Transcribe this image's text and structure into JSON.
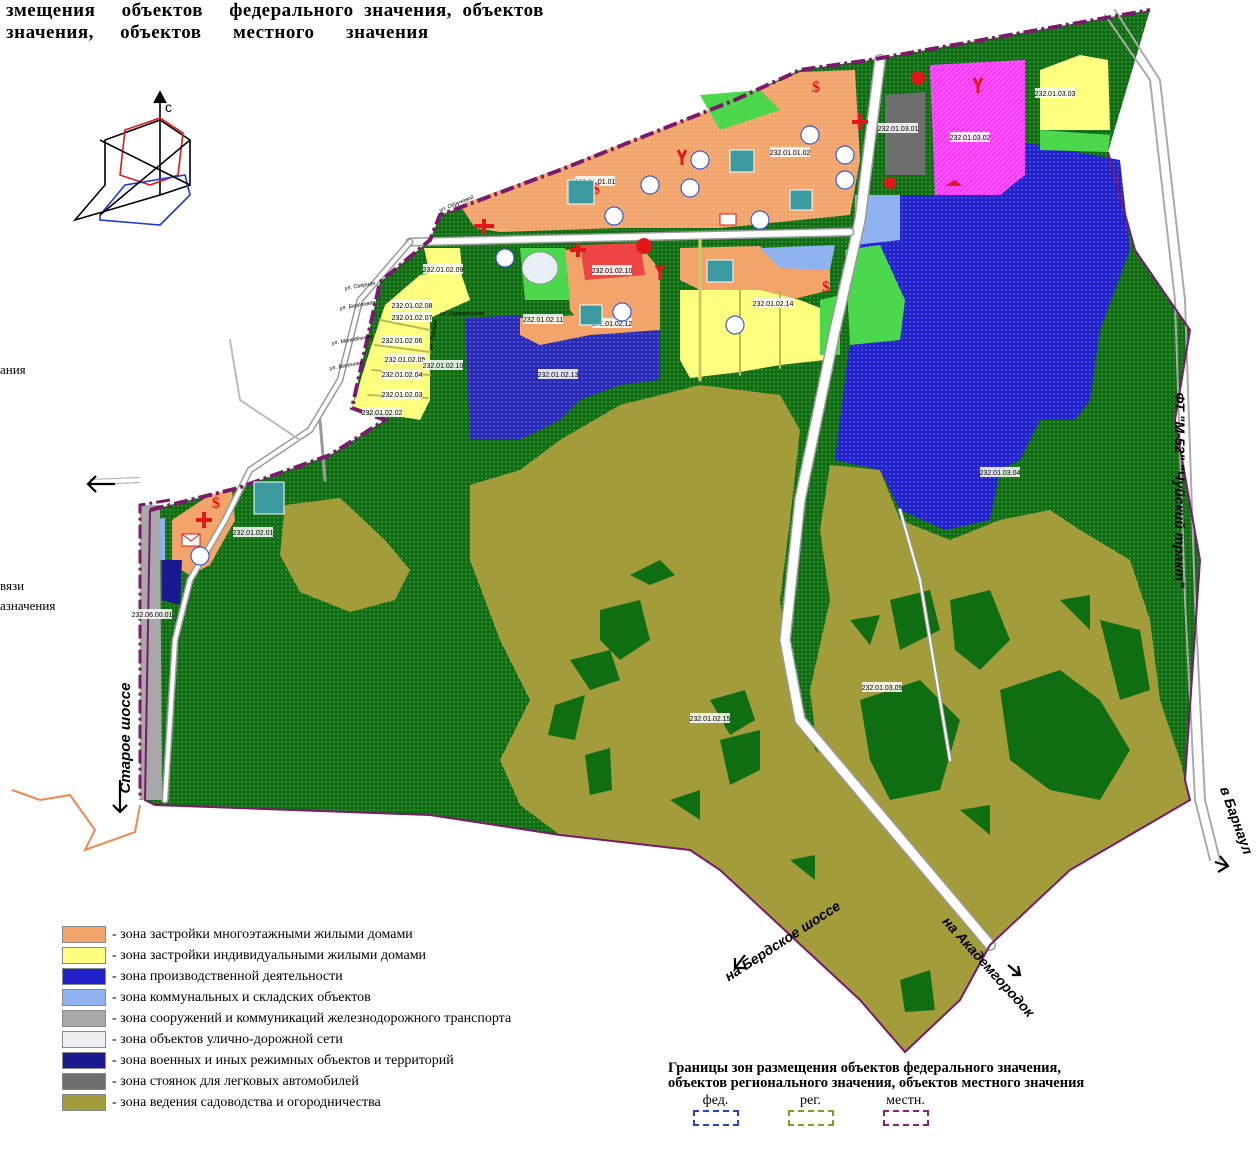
{
  "header": {
    "line1": "змещения     объектов     федерального  значения,  объектов",
    "line2": "значения,     объектов      местного      значения"
  },
  "compass": {
    "north": "с"
  },
  "side_fragments": [
    "ания",
    "вязи",
    "азначения"
  ],
  "road_labels": {
    "m52": "ФТ \"М-52\" \"Чуйский тракт\"",
    "barnaul": "в Барнаул",
    "staroe": "Старое шоссе",
    "berdskoe": "на Бердское шоссе",
    "akadem": "на Академгородок"
  },
  "streets": [
    "ул. Обручевой",
    "ул. Озёрная",
    "ул. Берёзовая",
    "ул. Барнаульская",
    "ул. Луговая",
    "ул. Молодёжная",
    "ул. Весенняя"
  ],
  "zone_ids": [
    "232.01.03.03",
    "232.01.03.02",
    "232.01.03.01",
    "232.01.01.02",
    "232.01.01.01",
    "232.01.02.09",
    "232.01.02.10",
    "232.01.02.08",
    "232.01.02.07",
    "232.01.02.06",
    "232.01.02.05",
    "232.01.02.04",
    "232.01.02.03",
    "232.01.02.02",
    "232.01.02.11",
    "232.01.02.12",
    "232.01.02.13",
    "232.01.02.14",
    "232.01.02.10",
    "232.01.03.04",
    "232.01.02.01",
    "232.06.00.01",
    "232.01.03.05",
    "232.01.02.15"
  ],
  "legend": [
    {
      "label": "- зона застройки многоэтажными жилыми домами",
      "color": "#f2a46a"
    },
    {
      "label": "- зона застройки индивидуальными жилыми домами",
      "color": "#ffff80"
    },
    {
      "label": "- зона производственной деятельности",
      "color": "#2222cc"
    },
    {
      "label": "- зона коммунальных и складских объектов",
      "color": "#8fb3f0"
    },
    {
      "label": "- зона сооружений и коммуникаций железнодорожного транспорта",
      "color": "#a8a8a8"
    },
    {
      "label": "- зона объектов улично-дорожной сети",
      "color": "#f0f0f4"
    },
    {
      "label": "- зона военных и иных режимных объектов и территорий",
      "color": "#1a1a90"
    },
    {
      "label": "- зона стоянок для легковых автомобилей",
      "color": "#6e6e6e"
    },
    {
      "label": "- зона ведения садоводства и огородничества",
      "color": "#a39c3a"
    }
  ],
  "boundaries": {
    "title1": "Границы зон размещения объектов федерального значения,",
    "title2": "объектов регионального значения, объектов местного значения",
    "keys": [
      {
        "label": "фед.",
        "color": "#2244cc"
      },
      {
        "label": "рег.",
        "color": "#8a9a20"
      },
      {
        "label": "местн.",
        "color": "#8a2080"
      }
    ]
  },
  "colors": {
    "forest": "#0f6e12",
    "garden": "#a39c3a",
    "industrial": "#2222cc",
    "multistorey": "#f2a46a",
    "individual": "#ffff80",
    "boundary": "#7a1a6a"
  }
}
